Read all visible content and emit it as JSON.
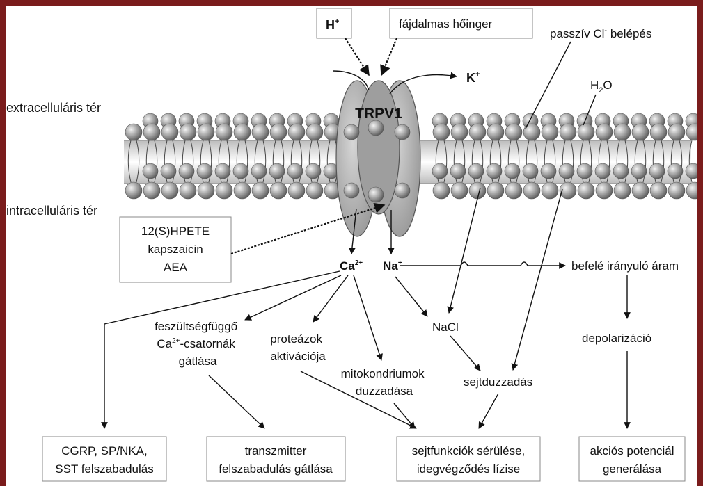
{
  "colors": {
    "frame": "#7a1c1c",
    "bead": "#9a9a9a",
    "channel": "#b8b8b8",
    "line": "#111111"
  },
  "labels": {
    "h_plus": "H",
    "h_plus_sup": "+",
    "heat_stimulus": "fájdalmas hőinger",
    "k_plus": "K",
    "k_plus_sup": "+",
    "passive_cl_a": "passzív Cl",
    "passive_cl_sup": "-",
    "passive_cl_b": " belépés",
    "h2o_a": "H",
    "h2o_sub": "2",
    "h2o_b": "O",
    "extracellular": "extracelluláris tér",
    "intracellular": "intracelluláris tér",
    "trpv1": "TRPV1",
    "agonists": [
      "12(S)HPETE",
      "kapszaicin",
      "AEA"
    ],
    "ca": "Ca",
    "ca_sup": "2+",
    "na": "Na",
    "na_sup": "+",
    "inward_current": "befelé irányuló áram",
    "depolarization": "depolarizáció",
    "nacl": "NaCl",
    "cell_swelling": "sejtduzzadás",
    "vgcc_1": "feszültségfüggő",
    "vgcc_2a": "Ca",
    "vgcc_2sup": "2+",
    "vgcc_2b": "-csatornák",
    "vgcc_3": "gátlása",
    "protease_1": "proteázok",
    "protease_2": "aktivációja",
    "mito_1": "mitokondriumok",
    "mito_2": "duzzadása",
    "box_cgrp": [
      "CGRP, SP/NKA,",
      "SST felszabadulás"
    ],
    "box_transmitter": [
      "transzmitter",
      "felszabadulás gátlása"
    ],
    "box_damage": [
      "sejtfunkciók sérülése,",
      "idegvégződés lízise"
    ],
    "box_ap": [
      "akciós potenciál",
      "generálása"
    ]
  }
}
